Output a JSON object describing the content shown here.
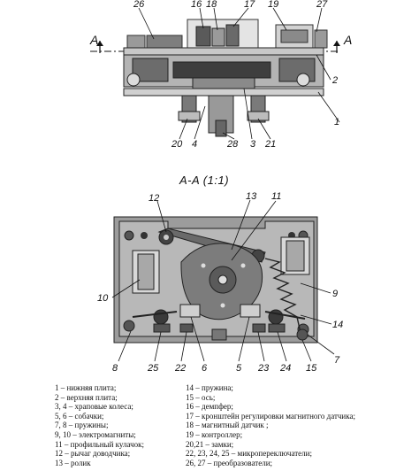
{
  "diagram": {
    "section_marker": "A",
    "section_title": "A-A (1:1)",
    "top_view_callouts": {
      "c26": "26",
      "c16": "16",
      "c18": "18",
      "c17": "17",
      "c19": "19",
      "c27": "27",
      "c2": "2",
      "c1": "1",
      "c20": "20",
      "c4": "4",
      "c28": "28",
      "c3": "3",
      "c21": "21"
    },
    "section_view_callouts": {
      "c12": "12",
      "c13": "13",
      "c11": "11",
      "c10": "10",
      "c9": "9",
      "c14": "14",
      "c8": "8",
      "c25": "25",
      "c22": "22",
      "c6": "6",
      "c5": "5",
      "c23": "23",
      "c24": "24",
      "c15": "15",
      "c7": "7"
    }
  },
  "legend": {
    "left": [
      "1 – нижняя плита;",
      "2 – верхняя плита;",
      "3, 4 – храповые колеса;",
      "5, 6 – собачки;",
      "7, 8 – пружины;",
      "9, 10 – электромагниты;",
      "11 – профильный кулачок;",
      "12 – рычаг доводчика;",
      "13 – ролик"
    ],
    "right": [
      "14 – пружина;",
      "15 – ось;",
      "16 – демпфер;",
      "17 – кронштейн регулировки магнитного датчика;",
      "18 – магнитный датчик ;",
      "19 – контроллер;",
      "20,21 – замки;",
      "22, 23, 24, 25 – микропереключатели;",
      "26, 27 – преобразователи;"
    ]
  }
}
